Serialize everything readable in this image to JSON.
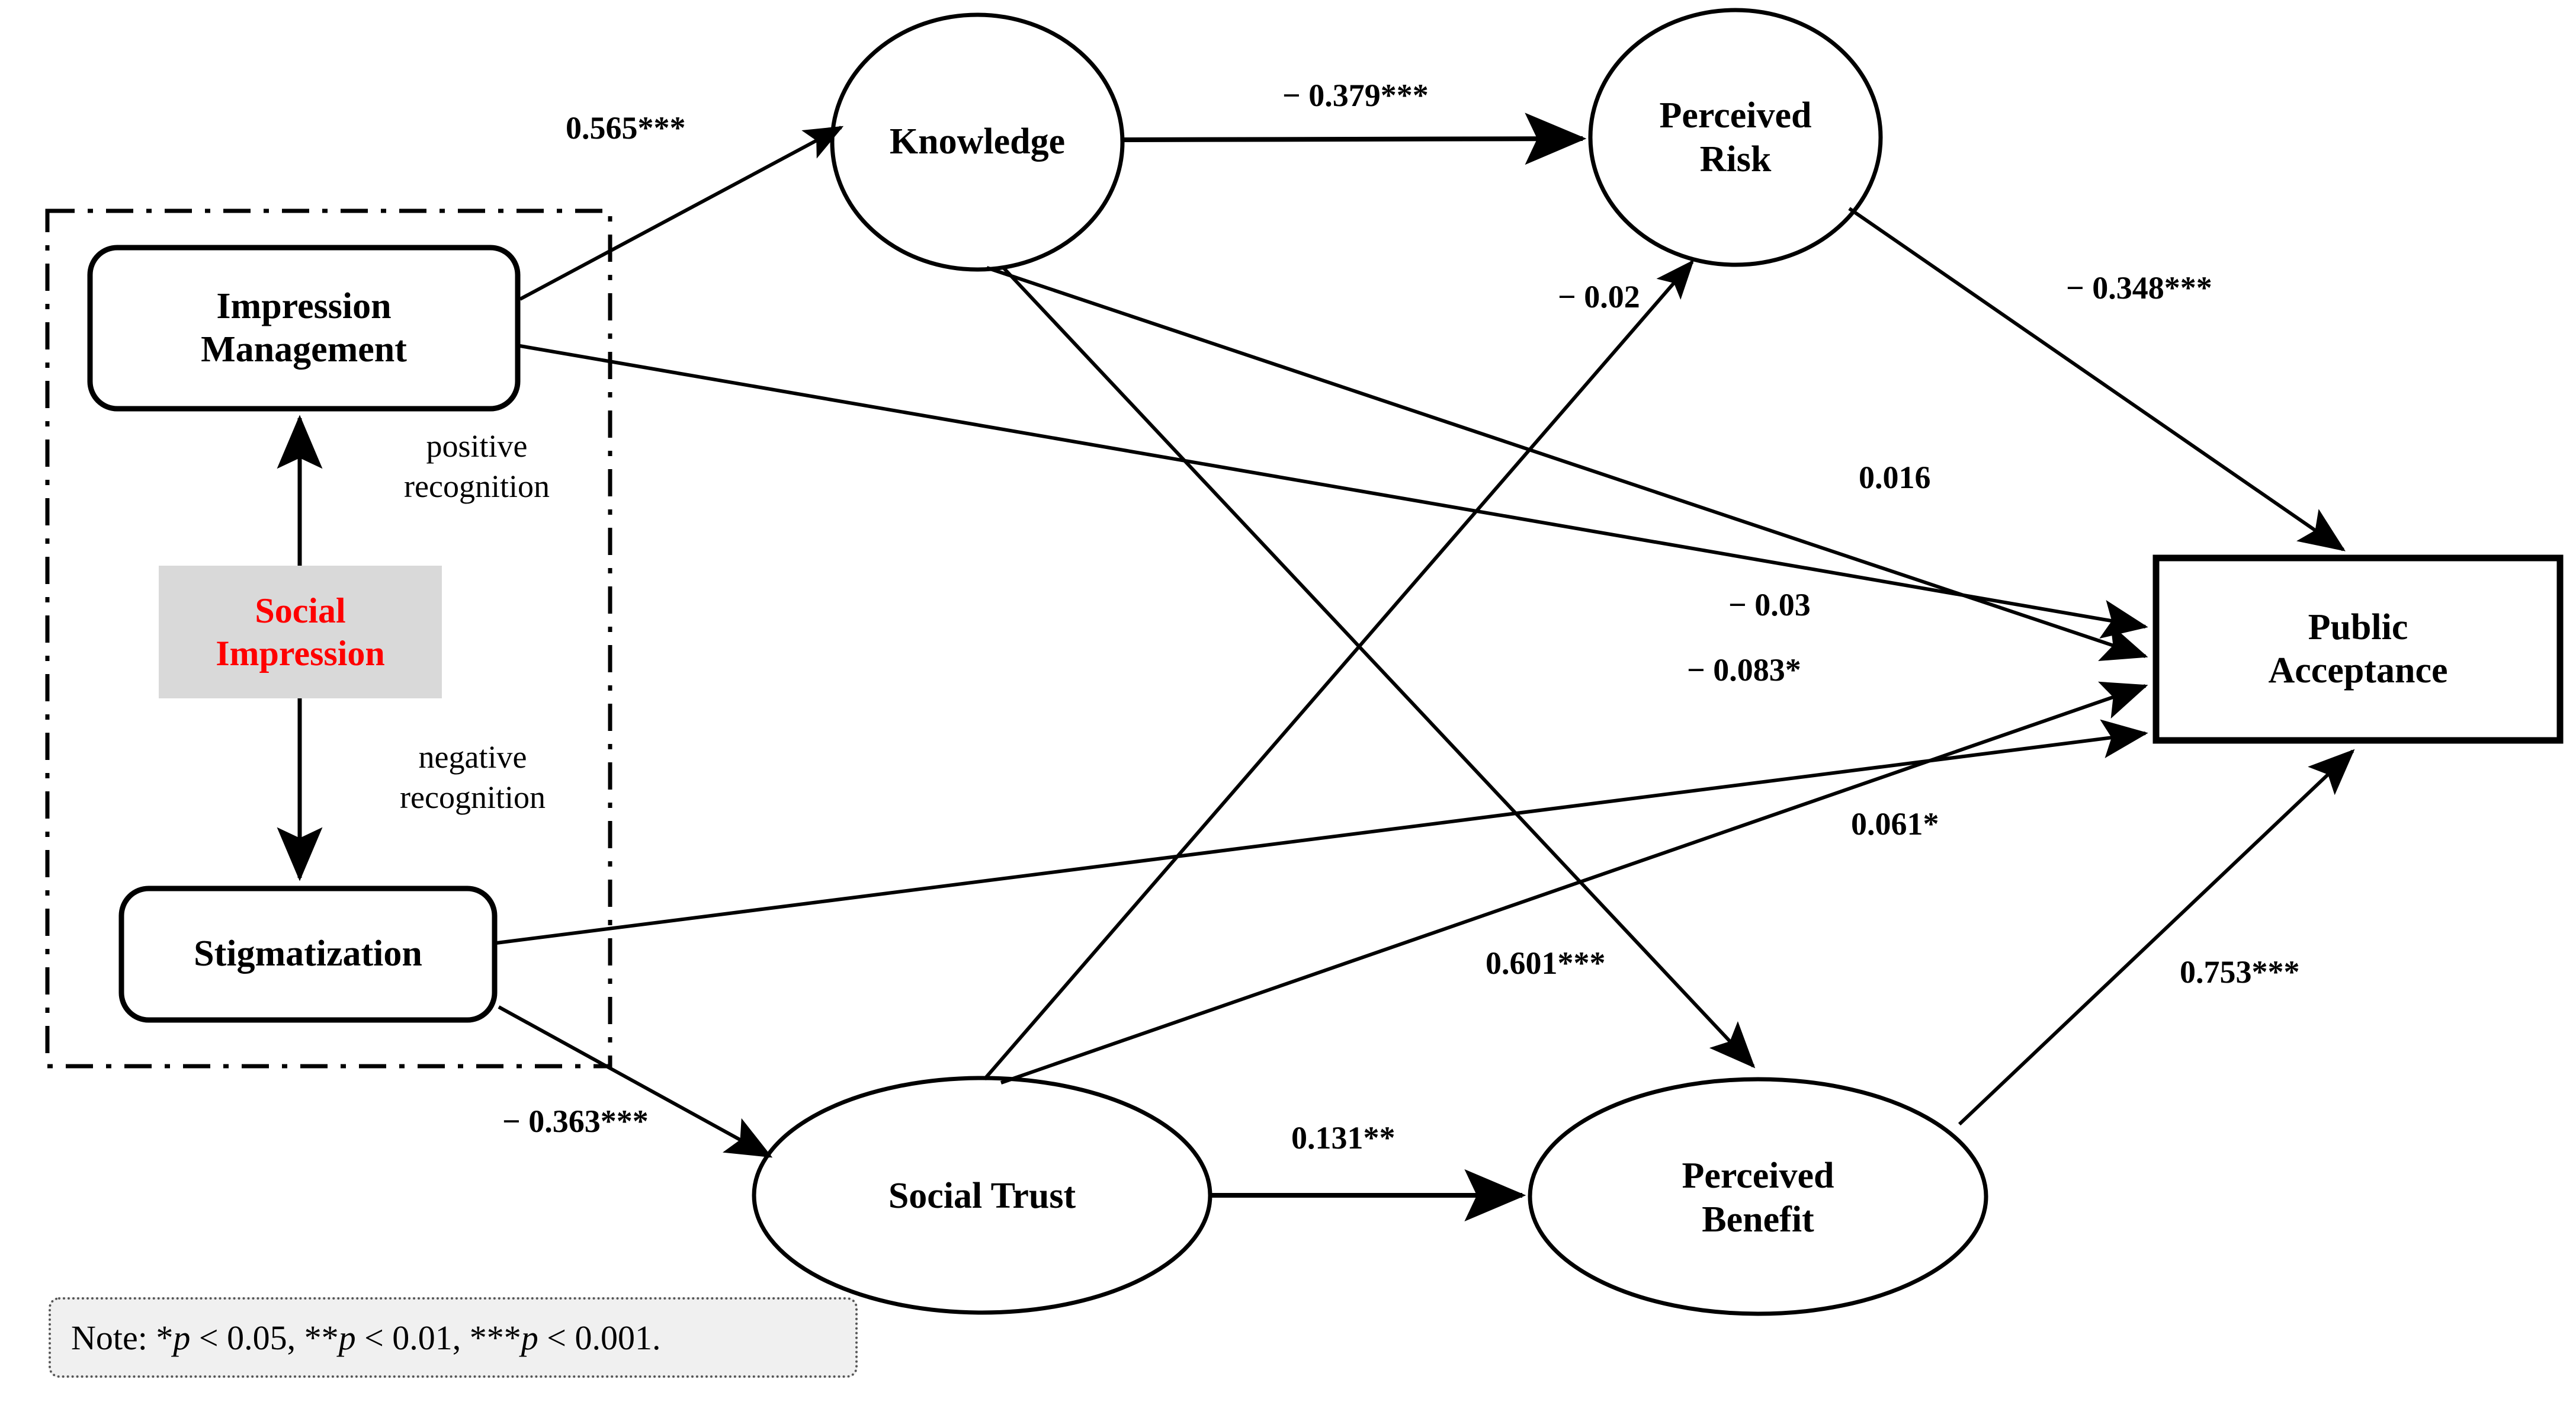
{
  "figure": {
    "type": "path-diagram",
    "title": "Structural equation model of social impression and public acceptance"
  },
  "nodes": {
    "impression_management": {
      "label": "Impression\nManagement",
      "shape": "rounded-rect"
    },
    "social_impression": {
      "label": "Social\nImpression",
      "shape": "rect",
      "text_color": "#ff0000",
      "fill": "#d9d9d9"
    },
    "stigmatization": {
      "label": "Stigmatization",
      "shape": "rounded-rect"
    },
    "knowledge": {
      "label": "Knowledge",
      "shape": "ellipse"
    },
    "perceived_risk": {
      "label": "Perceived\nRisk",
      "shape": "ellipse"
    },
    "social_trust": {
      "label": "Social Trust",
      "shape": "ellipse"
    },
    "perceived_benefit": {
      "label": "Perceived\nBenefit",
      "shape": "ellipse"
    },
    "public_acceptance": {
      "label": "Public\nAcceptance",
      "shape": "rect"
    }
  },
  "moderator_labels": {
    "positive": "positive\nrecognition",
    "negative": "negative\nrecognition"
  },
  "edges": [
    {
      "id": "im-kn",
      "from": "impression_management",
      "to": "knowledge",
      "label": "0.565***"
    },
    {
      "id": "kn-pr",
      "from": "knowledge",
      "to": "perceived_risk",
      "label": "− 0.379***"
    },
    {
      "id": "st-pr",
      "from": "social_trust",
      "to": "perceived_risk",
      "label": "− 0.02"
    },
    {
      "id": "pr-pa",
      "from": "perceived_risk",
      "to": "public_acceptance",
      "label": "− 0.348***"
    },
    {
      "id": "im-pa",
      "from": "impression_management",
      "to": "public_acceptance",
      "label": "0.016"
    },
    {
      "id": "kn-pa",
      "from": "knowledge",
      "to": "public_acceptance",
      "label": "− 0.03"
    },
    {
      "id": "st2-pa",
      "from": "social_trust",
      "to": "public_acceptance",
      "label": "− 0.083*"
    },
    {
      "id": "sg-pa",
      "from": "stigmatization",
      "to": "public_acceptance",
      "label": "0.061*"
    },
    {
      "id": "kn-pb",
      "from": "knowledge",
      "to": "perceived_benefit",
      "label": "0.601***"
    },
    {
      "id": "pb-pa",
      "from": "perceived_benefit",
      "to": "public_acceptance",
      "label": "0.753***"
    },
    {
      "id": "sg-st",
      "from": "stigmatization",
      "to": "social_trust",
      "label": "− 0.363***"
    },
    {
      "id": "st-pb",
      "from": "social_trust",
      "to": "perceived_benefit",
      "label": "0.131**"
    }
  ],
  "note": {
    "prefix": "Note: ",
    "parts": [
      {
        "stars": "*",
        "p": "p",
        "rest": " < 0.05, "
      },
      {
        "stars": "**",
        "p": "p",
        "rest": " < 0.01,  "
      },
      {
        "stars": "***",
        "p": "p",
        "rest": " < 0.001."
      }
    ],
    "full_text": "Note: * p < 0.05, ** p < 0.01,  *** p < 0.001."
  },
  "chart_data": {
    "type": "diagram",
    "title": "Structural equation model: social impression → public acceptance",
    "paths": [
      {
        "source": "Impression Management",
        "target": "Knowledge",
        "coefficient": 0.565,
        "significance": "***",
        "display": "0.565***"
      },
      {
        "source": "Knowledge",
        "target": "Perceived Risk",
        "coefficient": -0.379,
        "significance": "***",
        "display": "− 0.379***"
      },
      {
        "source": "Social Trust",
        "target": "Perceived Risk",
        "coefficient": -0.02,
        "significance": "",
        "display": "− 0.02"
      },
      {
        "source": "Perceived Risk",
        "target": "Public Acceptance",
        "coefficient": -0.348,
        "significance": "***",
        "display": "− 0.348***"
      },
      {
        "source": "Impression Management",
        "target": "Public Acceptance",
        "coefficient": 0.016,
        "significance": "",
        "display": "0.016"
      },
      {
        "source": "Knowledge",
        "target": "Public Acceptance",
        "coefficient": -0.03,
        "significance": "",
        "display": "− 0.03"
      },
      {
        "source": "Social Trust",
        "target": "Public Acceptance",
        "coefficient": -0.083,
        "significance": "*",
        "display": "− 0.083*"
      },
      {
        "source": "Stigmatization",
        "target": "Public Acceptance",
        "coefficient": 0.061,
        "significance": "*",
        "display": "0.061*"
      },
      {
        "source": "Knowledge",
        "target": "Perceived Benefit",
        "coefficient": 0.601,
        "significance": "***",
        "display": "0.601***"
      },
      {
        "source": "Perceived Benefit",
        "target": "Public Acceptance",
        "coefficient": 0.753,
        "significance": "***",
        "display": "0.753***"
      },
      {
        "source": "Stigmatization",
        "target": "Social Trust",
        "coefficient": -0.363,
        "significance": "***",
        "display": "− 0.363***"
      },
      {
        "source": "Social Trust",
        "target": "Perceived Benefit",
        "coefficient": 0.131,
        "significance": "**",
        "display": "0.131**"
      },
      {
        "source": "Social Impression",
        "target": "Impression Management",
        "coefficient": null,
        "significance": "",
        "display": "positive recognition"
      },
      {
        "source": "Social Impression",
        "target": "Stigmatization",
        "coefficient": null,
        "significance": "",
        "display": "negative recognition"
      }
    ],
    "legend": "* p < 0.05, ** p < 0.01, *** p < 0.001"
  }
}
